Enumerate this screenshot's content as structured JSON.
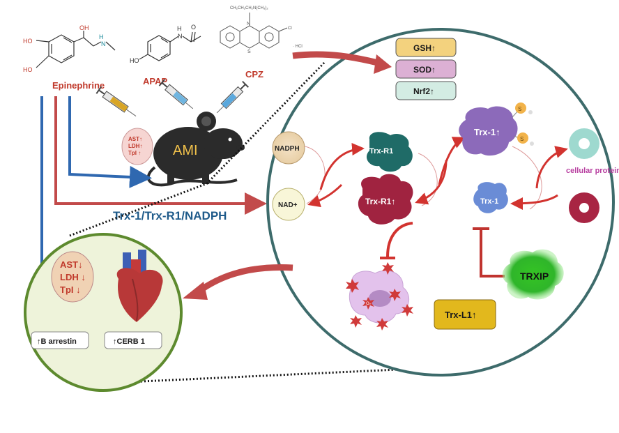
{
  "compounds": {
    "epinephrine": {
      "name": "Epinephrine",
      "atoms": {
        "ho1": "HO",
        "ho2": "HO",
        "oh": "OH",
        "n": "N",
        "h": "H"
      }
    },
    "apap": {
      "name": "APAP",
      "atoms": {
        "ho": "HO",
        "h": "H",
        "n": "N",
        "o": "O"
      }
    },
    "cpz": {
      "name": "CPZ",
      "atoms": {
        "chain": "CH₂CH₂CH₂N(CH₃)₂",
        "n": "N",
        "s": "S",
        "cl": "Cl",
        "hcl": "· HCl"
      }
    }
  },
  "mouse_label": "AMI",
  "mouse_enzymes": [
    "AST↑",
    "LDH↑",
    "TpI ↑"
  ],
  "pathway_label": "Trx-1/Trx-R1/NADPH",
  "markers_up": [
    {
      "label": "GSH↑",
      "color": "#f3d27e"
    },
    {
      "label": "SOD↑",
      "color": "#dcb0d4"
    },
    {
      "label": "Nrf2↑",
      "color": "#d3ece3"
    }
  ],
  "circle": {
    "nadph": "NADPH",
    "nad": "NAD+",
    "trxr1_top": "Trx-R1",
    "trxr1_bottom": "Trx-R1↑",
    "trx1_top": "Trx-1↑",
    "trx1_bottom": "Trx-1",
    "cellular_proteins": "cellular proteins",
    "txnip": "TRXIP",
    "trxl1": "Trx-L1↑",
    "ros_label": "O₂",
    "s_label": "S"
  },
  "heart_panel": {
    "enzymes": [
      "AST↓",
      "LDH ↓",
      "TpI  ↓"
    ],
    "b_arrestin": "↑B arrestin",
    "cerb": "↑CERB 1"
  },
  "colors": {
    "red_arrow": "#c24a4a",
    "blue_arrow": "#2f68b0",
    "circle_border": "#3d6b6b",
    "heart_panel_border": "#5d8a2e",
    "heart_panel_fill": "#eef3da"
  }
}
